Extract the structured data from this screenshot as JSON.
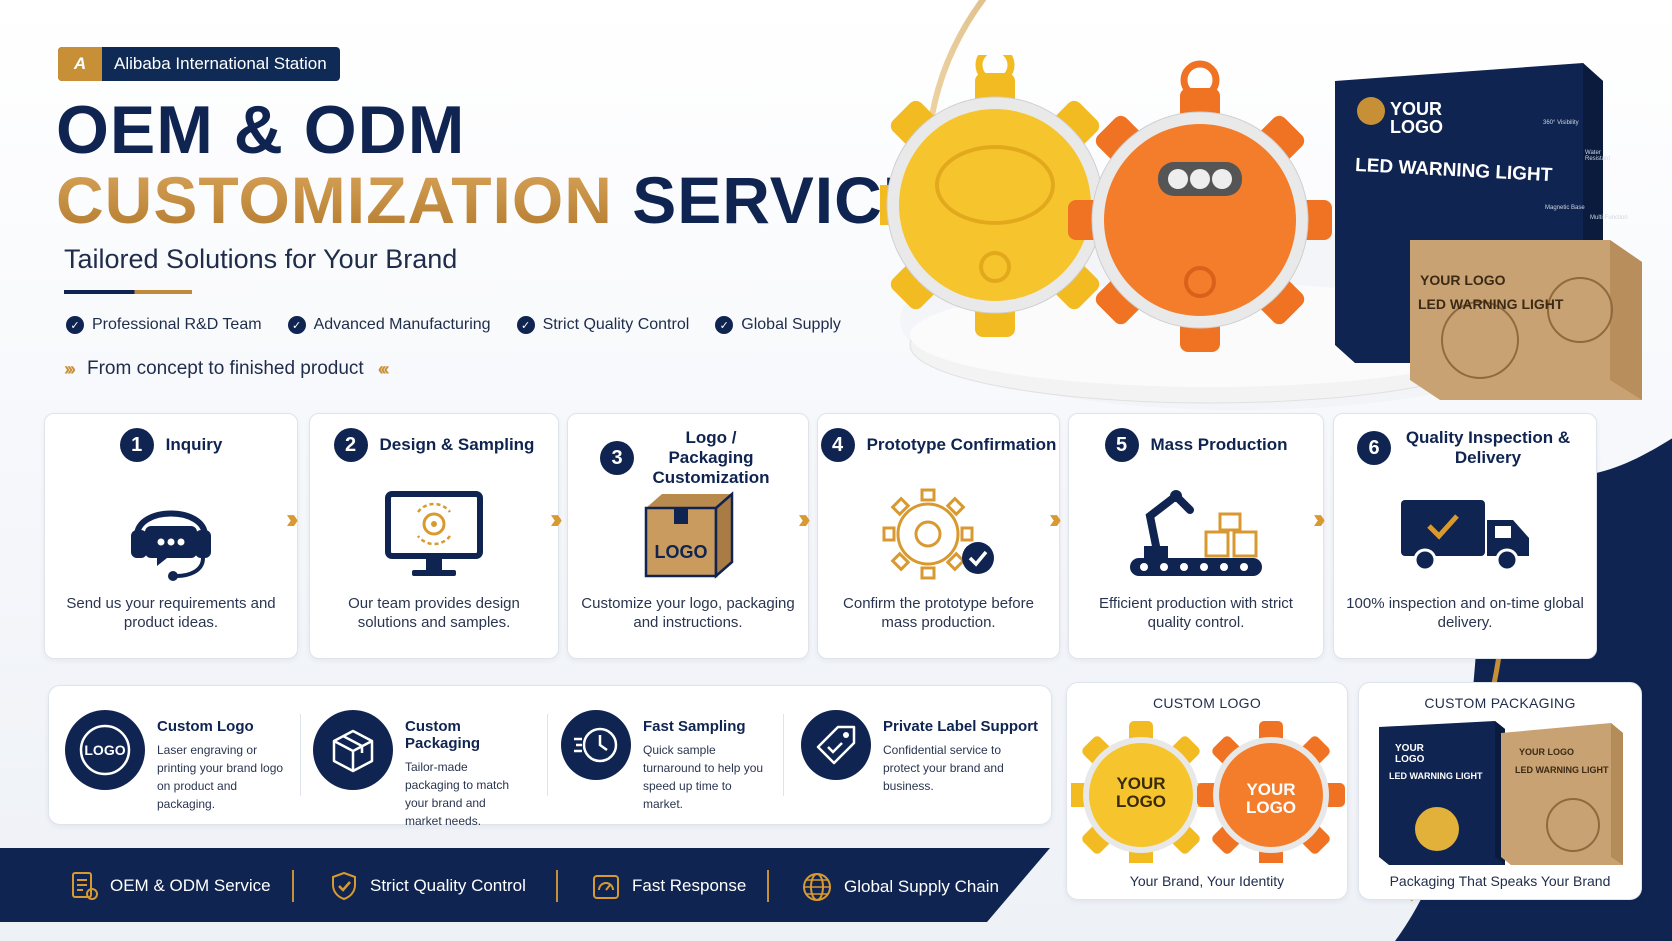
{
  "badge": {
    "logo": "A",
    "text": "Alibaba International Station"
  },
  "hero": {
    "title_line1": "OEM & ODM",
    "title_line2_gold": "CUSTOMIZATION",
    "title_line2_navy": "SERVICE",
    "subtitle": "Tailored Solutions for Your Brand"
  },
  "features": [
    "Professional R&D Team",
    "Advanced Manufacturing",
    "Strict Quality Control",
    "Global Supply"
  ],
  "concept": {
    "text": "From concept to finished product",
    "left_chevrons": "›››",
    "right_chevrons": "‹‹‹"
  },
  "product_box": {
    "logo": "YOUR LOGO",
    "title": "LED WARNING LIGHT",
    "features": [
      "360° Visibility",
      "Water Resistant",
      "Magnetic Base",
      "Multi-Function"
    ]
  },
  "kraft_box": {
    "logo": "YOUR LOGO",
    "title": "LED WARNING LIGHT"
  },
  "steps": [
    {
      "num": "1",
      "title": "Inquiry",
      "desc": "Send us your requirements and product ideas.",
      "icon": "headset-chat-icon"
    },
    {
      "num": "2",
      "title": "Design & Sampling",
      "desc": "Our team provides design solutions and samples.",
      "icon": "monitor-design-icon"
    },
    {
      "num": "3",
      "title": "Logo / Packaging Customization",
      "desc": "Customize your logo, packaging and instructions.",
      "icon": "logo-box-icon",
      "box_label": "LOGO"
    },
    {
      "num": "4",
      "title": "Prototype Confirmation",
      "desc": "Confirm the prototype before mass production.",
      "icon": "gear-check-icon"
    },
    {
      "num": "5",
      "title": "Mass Production",
      "desc": "Efficient production with strict quality control.",
      "icon": "robot-arm-conveyor-icon"
    },
    {
      "num": "6",
      "title": "Quality Inspection & Delivery",
      "desc": "100% inspection and on-time global delivery.",
      "icon": "delivery-truck-icon"
    }
  ],
  "arrow_glyph": "››",
  "services": [
    {
      "title": "Custom Logo",
      "desc": "Laser engraving or printing your brand logo on product and packaging.",
      "icon": "logo-stamp-icon",
      "icon_text": "LOGO"
    },
    {
      "title": "Custom Packaging",
      "desc": "Tailor-made packaging to match your brand and market needs.",
      "icon": "package-box-icon"
    },
    {
      "title": "Fast Sampling",
      "desc": "Quick sample turnaround to help you speed up time to market.",
      "icon": "fast-clock-icon"
    },
    {
      "title": "Private Label Support",
      "desc": "Confidential service to protect your brand and business.",
      "icon": "label-tag-icon"
    }
  ],
  "bottom_bar": [
    {
      "label": "OEM & ODM Service",
      "icon": "document-badge-icon"
    },
    {
      "label": "Strict Quality Control",
      "icon": "shield-check-icon"
    },
    {
      "label": "Fast Response",
      "icon": "speed-card-icon"
    },
    {
      "label": "Global Supply Chain",
      "icon": "globe-network-icon"
    }
  ],
  "custom_logo_box": {
    "title": "CUSTOM LOGO",
    "caption": "Your Brand, Your Identity",
    "logo_text": "YOUR LOGO"
  },
  "custom_packaging_box": {
    "title": "CUSTOM PACKAGING",
    "caption": "Packaging That Speaks Your Brand",
    "box_logo": "YOUR LOGO",
    "box_title": "LED WARNING LIGHT"
  },
  "colors": {
    "navy": "#0f2450",
    "gold": "#c08a3e",
    "yellow": "#f5c12b",
    "orange": "#f2782b",
    "kraft": "#c9a273"
  }
}
